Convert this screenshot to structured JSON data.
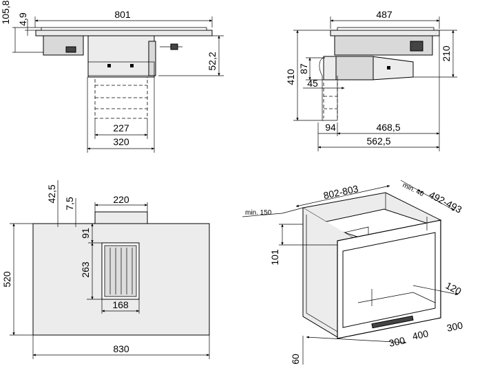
{
  "side_view": {
    "width": "801",
    "height_total": "105,8",
    "glass": "4,9",
    "motor_depth": "52,2",
    "inner_width": "227",
    "outer_width": "320"
  },
  "depth_view": {
    "width": "487",
    "height_total": "410",
    "height_unit": "210",
    "pipe_height": "87",
    "pipe_offset": "45",
    "pipe_depth": "94",
    "depth": "468,5",
    "depth_total": "562,5"
  },
  "top_view": {
    "offset_edge": "42,5",
    "offset_inner": "7,5",
    "duct_width": "220",
    "vent_offset": "91",
    "vent_height": "263",
    "vent_width": "168",
    "depth": "520",
    "width": "830"
  },
  "install_view": {
    "min_back": "min. 150",
    "cutout_width": "802-803",
    "min_side": "min. 40",
    "cutout_depth": "492-493",
    "drop": "101",
    "clearance": "120",
    "floor_a": "300",
    "floor_b": "400",
    "floor_c": "300",
    "plinth": "60"
  }
}
